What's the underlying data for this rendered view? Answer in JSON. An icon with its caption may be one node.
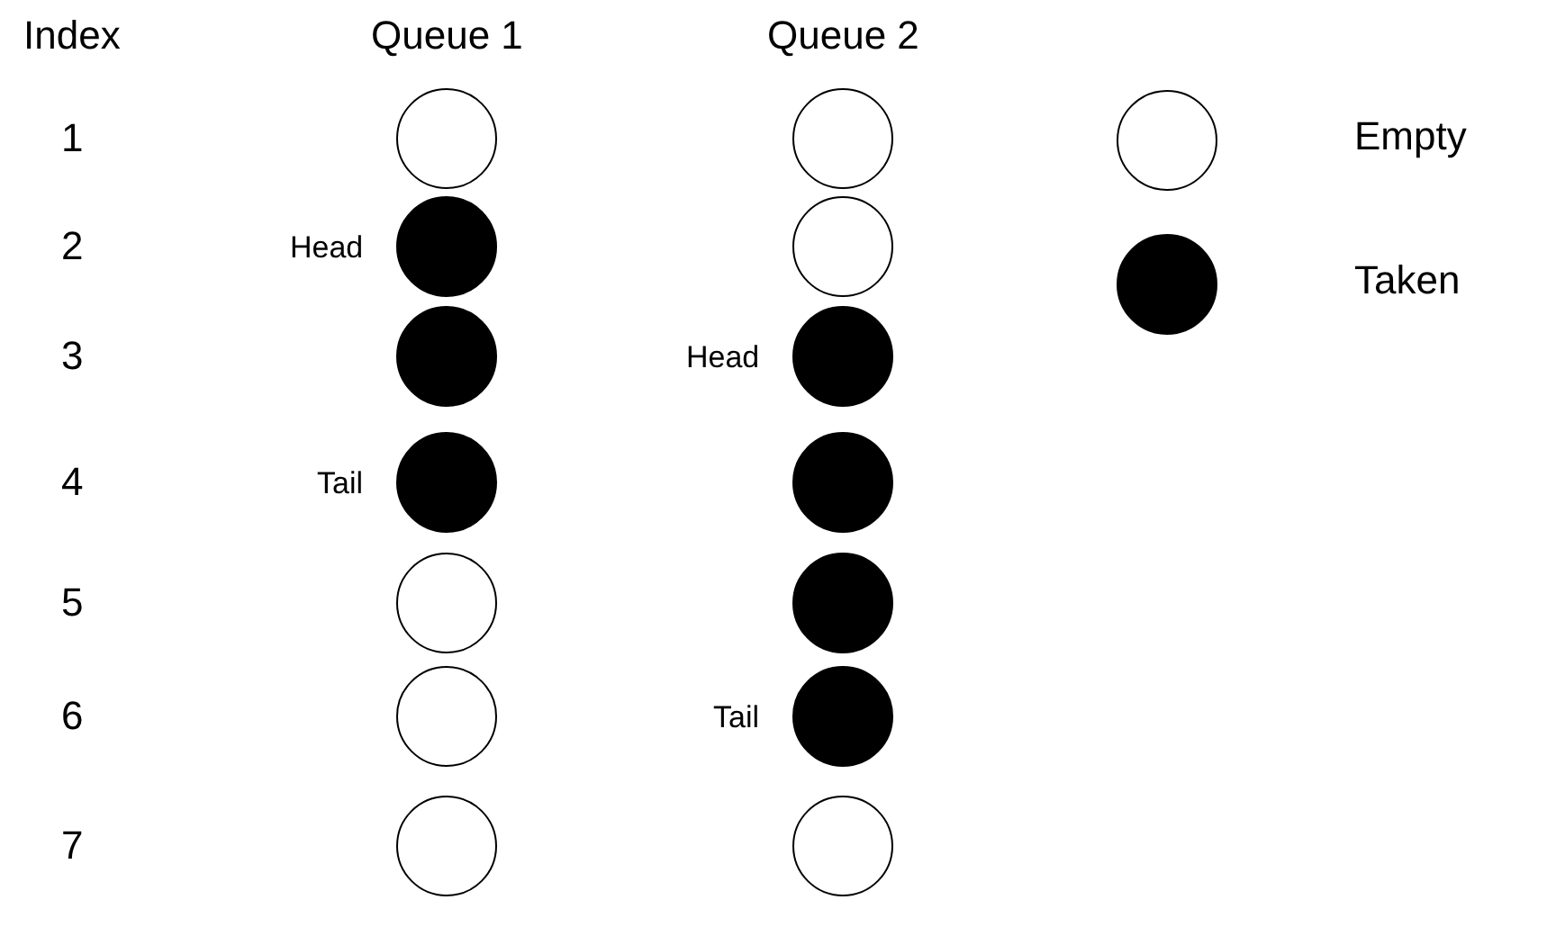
{
  "diagram": {
    "nodes": [
      {
        "text": [],
        "shape": "circle"
      },
      {
        "text": [],
        "shape": "circle"
      },
      {
        "text": [],
        "shape": "disc",
        "beside": [
          "Head"
        ]
      },
      {
        "text": [],
        "shape": "circle"
      },
      {
        "text": [],
        "shape": "disc"
      },
      {
        "text": [],
        "shape": "disc",
        "beside": [
          "Head"
        ]
      },
      {
        "text": [],
        "shape": "disc",
        "beside": [
          "Tail"
        ]
      },
      {
        "text": [],
        "shape": "disc"
      },
      {
        "text": [],
        "shape": "circle"
      },
      {
        "text": [],
        "shape": "disc"
      },
      {
        "text": [],
        "shape": "circle"
      },
      {
        "text": [],
        "shape": "disc",
        "beside": [
          "Tail"
        ]
      },
      {
        "text": [],
        "shape": "circle"
      },
      {
        "text": [],
        "shape": "circle"
      }
    ],
    "labels": [
      "Index",
      "Queue 1",
      "Queue 2",
      "1",
      "2",
      "3",
      "4",
      "5",
      "6",
      "7"
    ],
    "legend": [
      {
        "text": "Empty"
      },
      {
        "text": "Taken"
      }
    ]
  }
}
